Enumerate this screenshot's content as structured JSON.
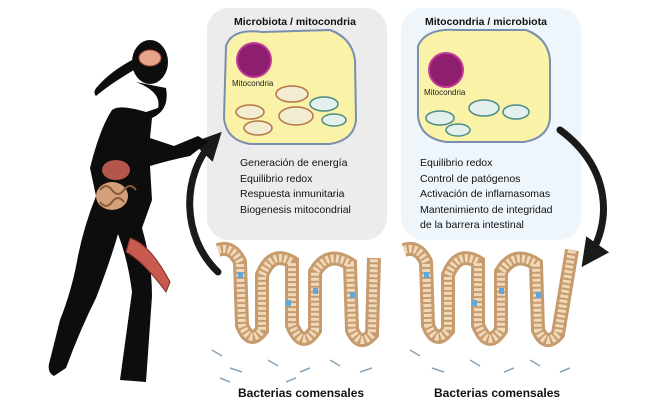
{
  "left_panel": {
    "title": "Microbiota / mitocondria",
    "cell_label": "Mitocondria",
    "functions": [
      "Generación de energía",
      "Equilibrio redox",
      "Respuesta inmunitaria",
      "Biogenesis mitocondrial"
    ]
  },
  "right_panel": {
    "title": "Mitocondria / microbiota",
    "cell_label": "Mitocondria",
    "functions": [
      "Equilibrio redox",
      "Control de patógenos",
      "Activación de inflamasomas",
      "Mantenimiento de integridad",
      "de la barrera intestinal"
    ]
  },
  "bottom_left_caption": "Bacterias comensales",
  "bottom_right_caption": "Bacterias comensales",
  "colors": {
    "panel_left": "#ececec",
    "panel_right": "#eef5fb",
    "cell_fill": "#faf2a6",
    "nucleus": "#8e1f6e",
    "arrow": "#1a1a1a",
    "runner": "#0d0d0d"
  }
}
